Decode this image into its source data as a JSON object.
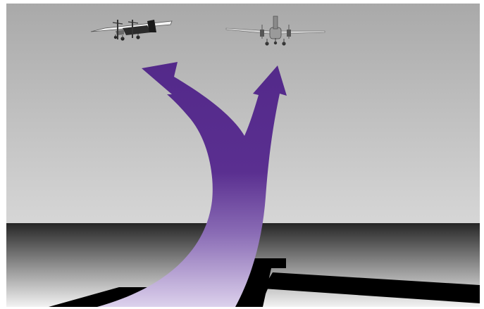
{
  "scene": {
    "colors": {
      "sky_top": "#a9a9a9",
      "sky_bottom": "#d8d8d8",
      "ground_top": "#2a2a2a",
      "ground_bottom": "#f0f0f0",
      "runway": "#000000",
      "arrow_dark": "#562b8d",
      "arrow_light": "#d8cdea"
    },
    "elements": {
      "left_plane": "airplane-high-wing",
      "right_plane": "airplane-twin-engine",
      "runway": "runway-crossing",
      "arrow": "branching-arrow"
    }
  }
}
